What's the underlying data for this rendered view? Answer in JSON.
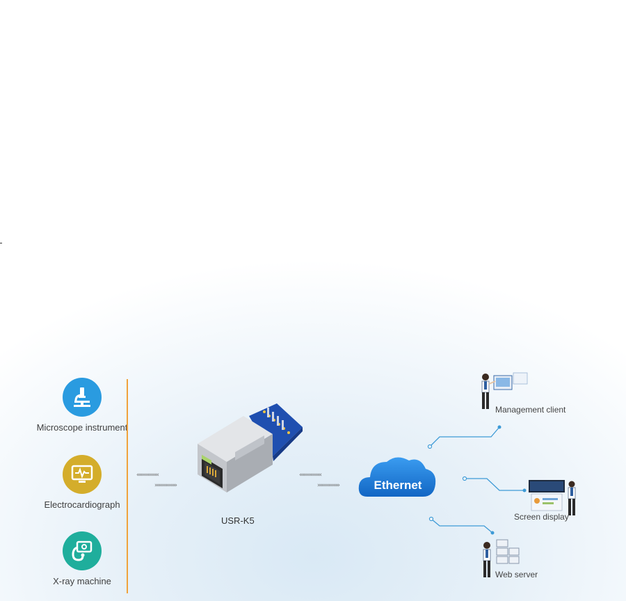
{
  "devices": [
    {
      "label": "Microscope instrument",
      "icon": "microscope-icon",
      "color": "#2a9be0"
    },
    {
      "label": "Electrocardiograph",
      "icon": "ecg-monitor-icon",
      "color": "#d4ad2b"
    },
    {
      "label": "X-ray machine",
      "icon": "xray-machine-icon",
      "color": "#1fae9c"
    }
  ],
  "module": {
    "label": "USR-K5"
  },
  "network": {
    "label": "Ethernet",
    "color": "#1f7fd6"
  },
  "clients": [
    {
      "label": "Management client",
      "icon": "management-client-icon"
    },
    {
      "label": "Screen display",
      "icon": "screen-display-icon"
    },
    {
      "label": "Web server",
      "icon": "web-server-icon"
    }
  ],
  "colors": {
    "divider": "#f0a23b",
    "connector": "#3d9ad6"
  }
}
